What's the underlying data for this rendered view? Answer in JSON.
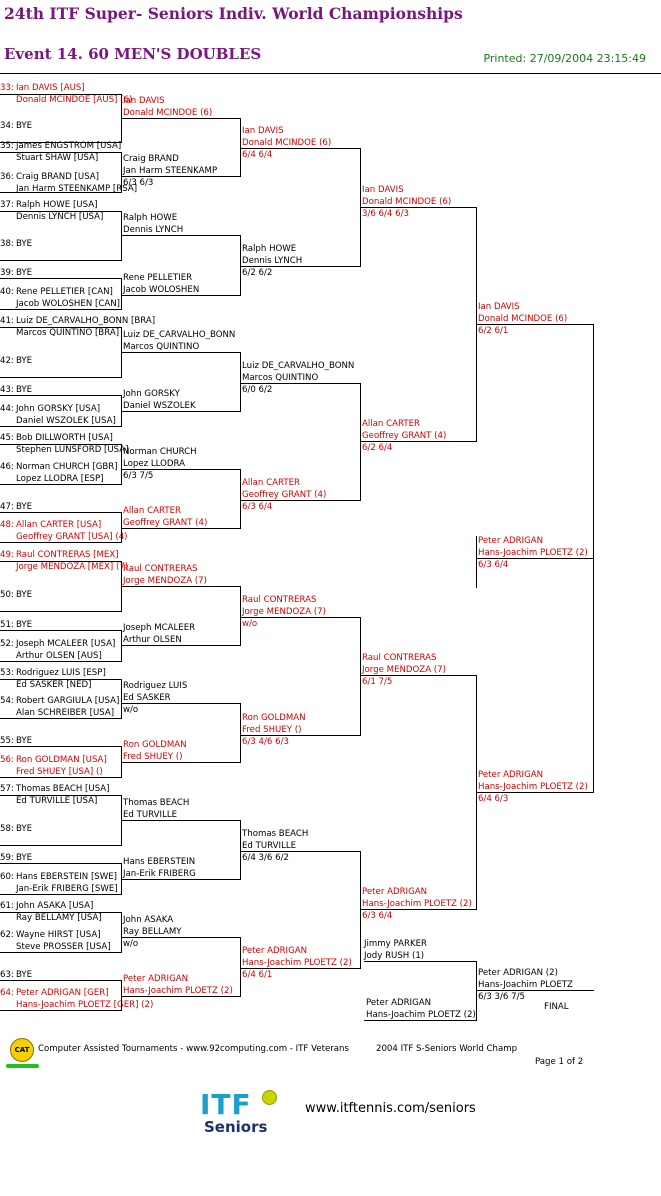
{
  "header": {
    "title": "24th ITF Super- Seniors Indiv. World Championships",
    "event": "Event 14. 60 MEN'S DOUBLES",
    "printed": "Printed: 27/09/2004 23:15:49"
  },
  "round1": [
    {
      "n": "33:",
      "a": "Ian DAVIS [AUS]",
      "b": "Donald MCINDOE [AUS] (6)",
      "seeded": true
    },
    {
      "n": "34:",
      "a": "BYE",
      "b": ""
    },
    {
      "n": "35:",
      "a": "James ENGSTROM [USA]",
      "b": "Stuart SHAW [USA]"
    },
    {
      "n": "36:",
      "a": "Craig BRAND [USA]",
      "b": "Jan Harm STEENKAMP [RSA]"
    },
    {
      "n": "37:",
      "a": "Ralph HOWE [USA]",
      "b": "Dennis LYNCH [USA]"
    },
    {
      "n": "38:",
      "a": "BYE",
      "b": ""
    },
    {
      "n": "39:",
      "a": "BYE",
      "b": ""
    },
    {
      "n": "40:",
      "a": "Rene PELLETIER [CAN]",
      "b": "Jacob WOLOSHEN [CAN]"
    },
    {
      "n": "41:",
      "a": "Luiz DE_CARVALHO_BONN [BRA]",
      "b": "Marcos QUINTINO [BRA]"
    },
    {
      "n": "42:",
      "a": "BYE",
      "b": ""
    },
    {
      "n": "43:",
      "a": "BYE",
      "b": ""
    },
    {
      "n": "44:",
      "a": "John GORSKY [USA]",
      "b": "Daniel WSZOLEK [USA]"
    },
    {
      "n": "45:",
      "a": "Bob DILLWORTH [USA]",
      "b": "Stephen LUNSFORD [USA]"
    },
    {
      "n": "46:",
      "a": "Norman CHURCH [GBR]",
      "b": "Lopez LLODRA [ESP]"
    },
    {
      "n": "47:",
      "a": "BYE",
      "b": ""
    },
    {
      "n": "48:",
      "a": "Allan CARTER [USA]",
      "b": "Geoffrey GRANT [USA] (4)",
      "seeded": true
    },
    {
      "n": "49:",
      "a": "Raul CONTRERAS [MEX]",
      "b": "Jorge MENDOZA [MEX] (7)",
      "seeded": true
    },
    {
      "n": "50:",
      "a": "BYE",
      "b": ""
    },
    {
      "n": "51:",
      "a": "BYE",
      "b": ""
    },
    {
      "n": "52:",
      "a": "Joseph MCALEER [USA]",
      "b": "Arthur OLSEN [AUS]"
    },
    {
      "n": "53:",
      "a": "Rodriguez LUIS [ESP]",
      "b": "Ed SASKER [NED]"
    },
    {
      "n": "54:",
      "a": "Robert GARGIULA [USA]",
      "b": "Alan SCHREIBER [USA]"
    },
    {
      "n": "55:",
      "a": "BYE",
      "b": ""
    },
    {
      "n": "56:",
      "a": "Ron GOLDMAN [USA]",
      "b": "Fred SHUEY [USA] ()",
      "seeded": true
    },
    {
      "n": "57:",
      "a": "Thomas BEACH [USA]",
      "b": "Ed TURVILLE [USA]"
    },
    {
      "n": "58:",
      "a": "BYE",
      "b": ""
    },
    {
      "n": "59:",
      "a": "BYE",
      "b": ""
    },
    {
      "n": "60:",
      "a": "Hans EBERSTEIN [SWE]",
      "b": "Jan-Erik FRIBERG [SWE]"
    },
    {
      "n": "61:",
      "a": "John ASAKA [USA]",
      "b": "Ray BELLAMY [USA]"
    },
    {
      "n": "62:",
      "a": "Wayne HIRST [USA]",
      "b": "Steve PROSSER [USA]"
    },
    {
      "n": "63:",
      "a": "BYE",
      "b": ""
    },
    {
      "n": "64:",
      "a": "Peter ADRIGAN [GER]",
      "b": "Hans-Joachim PLOETZ [GER] (2)",
      "seeded": true
    }
  ],
  "round2": [
    {
      "a": "Ian DAVIS",
      "b": "Donald MCINDOE (6)",
      "s": "",
      "seeded": true
    },
    {
      "a": "Craig BRAND",
      "b": "Jan Harm STEENKAMP",
      "s": "6/3 6/3"
    },
    {
      "a": "Ralph HOWE",
      "b": "Dennis LYNCH",
      "s": ""
    },
    {
      "a": "Rene PELLETIER",
      "b": "Jacob WOLOSHEN",
      "s": ""
    },
    {
      "a": "Luiz DE_CARVALHO_BONN",
      "b": "Marcos QUINTINO",
      "s": ""
    },
    {
      "a": "John GORSKY",
      "b": "Daniel WSZOLEK",
      "s": ""
    },
    {
      "a": "Norman CHURCH",
      "b": "Lopez LLODRA",
      "s": "6/3 7/5"
    },
    {
      "a": "Allan CARTER",
      "b": "Geoffrey GRANT (4)",
      "s": "",
      "seeded": true
    },
    {
      "a": "Raul CONTRERAS",
      "b": "Jorge MENDOZA (7)",
      "s": "",
      "seeded": true
    },
    {
      "a": "Joseph MCALEER",
      "b": "Arthur OLSEN",
      "s": ""
    },
    {
      "a": "Rodriguez LUIS",
      "b": "Ed SASKER",
      "s": "w/o"
    },
    {
      "a": "Ron GOLDMAN",
      "b": "Fred SHUEY ()",
      "s": "",
      "seeded": true
    },
    {
      "a": "Thomas BEACH",
      "b": "Ed TURVILLE",
      "s": ""
    },
    {
      "a": "Hans EBERSTEIN",
      "b": "Jan-Erik FRIBERG",
      "s": ""
    },
    {
      "a": "John ASAKA",
      "b": "Ray BELLAMY",
      "s": "w/o"
    },
    {
      "a": "Peter ADRIGAN",
      "b": "Hans-Joachim PLOETZ (2)",
      "s": "",
      "seeded": true
    }
  ],
  "round3": [
    {
      "a": "Ian DAVIS",
      "b": "Donald MCINDOE (6)",
      "s": "6/4 6/4",
      "seeded": true
    },
    {
      "a": "Ralph HOWE",
      "b": "Dennis LYNCH",
      "s": "6/2 6/2"
    },
    {
      "a": "Luiz DE_CARVALHO_BONN",
      "b": "Marcos QUINTINO",
      "s": "6/0 6/2"
    },
    {
      "a": "Allan CARTER",
      "b": "Geoffrey GRANT (4)",
      "s": "6/3 6/4",
      "seeded": true
    },
    {
      "a": "Raul CONTRERAS",
      "b": "Jorge MENDOZA (7)",
      "s": "w/o",
      "seeded": true
    },
    {
      "a": "Ron GOLDMAN",
      "b": "Fred SHUEY ()",
      "s": "6/3 4/6 6/3",
      "seeded": true
    },
    {
      "a": "Thomas BEACH",
      "b": "Ed TURVILLE",
      "s": "6/4 3/6 6/2"
    },
    {
      "a": "Peter ADRIGAN",
      "b": "Hans-Joachim PLOETZ (2)",
      "s": "6/4 6/1",
      "seeded": true
    }
  ],
  "round4": [
    {
      "a": "Ian DAVIS",
      "b": "Donald MCINDOE (6)",
      "s": "3/6 6/4 6/3",
      "seeded": true
    },
    {
      "a": "Allan CARTER",
      "b": "Geoffrey GRANT (4)",
      "s": "6/2 6/4",
      "seeded": true
    },
    {
      "a": "Raul CONTRERAS",
      "b": "Jorge MENDOZA (7)",
      "s": "6/1 7/5",
      "seeded": true
    },
    {
      "a": "Peter ADRIGAN",
      "b": "Hans-Joachim PLOETZ (2)",
      "s": "6/3 6/4",
      "seeded": true
    }
  ],
  "round5": [
    {
      "a": "Ian DAVIS",
      "b": "Donald MCINDOE (6)",
      "s": "6/2 6/1",
      "seeded": true
    },
    {
      "a": "Peter ADRIGAN",
      "b": "Hans-Joachim PLOETZ (2)",
      "s": "6/4 6/3",
      "seeded": true
    }
  ],
  "semifinal_winner": {
    "a": "Peter ADRIGAN",
    "b": "Hans-Joachim PLOETZ (2)",
    "s": "6/3 6/4",
    "seeded": true
  },
  "final": {
    "top": {
      "a": "Jimmy PARKER",
      "b": "Jody RUSH (1)"
    },
    "bottom": {
      "a": "Peter ADRIGAN",
      "b": "Hans-Joachim PLOETZ (2)"
    },
    "winner": {
      "a": "Peter ADRIGAN (2)",
      "b": "Hans-Joachim PLOETZ",
      "s": "6/3 3/6 7/5"
    },
    "label": "FINAL"
  },
  "footer": {
    "software": "Computer Assisted Tournaments - www.92computing.com  -  ITF Veterans",
    "championship": "2004 ITF S-Seniors World Champ",
    "page": "Page 1 of 2",
    "cat_label": "CAT",
    "logo_text": "ITF",
    "logo_sub": "Seniors",
    "url": "www.itftennis.com/seniors"
  }
}
